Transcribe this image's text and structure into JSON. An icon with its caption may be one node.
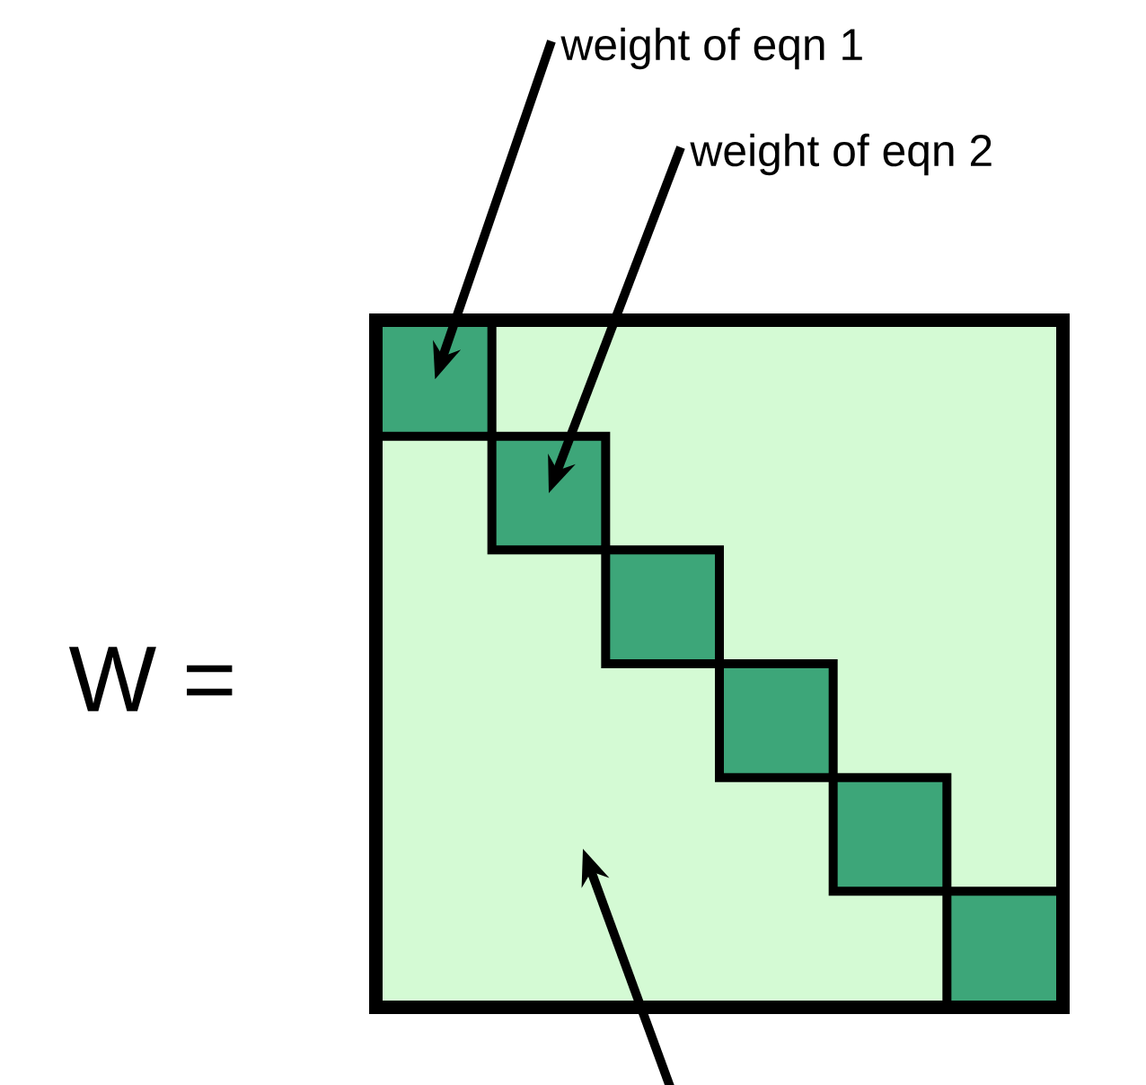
{
  "diagram": {
    "nodes": [
      {
        "text": [
          "weight of eqn 1"
        ]
      },
      {
        "text": [
          "weight of eqn 2"
        ]
      },
      {
        "text": [],
        "shape": "box"
      },
      {
        "text": [],
        "shape": "box",
        "in": 2
      },
      {
        "text": [],
        "shape": "box",
        "in": 2
      },
      {
        "text": [],
        "shape": "box",
        "in": 2
      },
      {
        "text": [],
        "shape": "box",
        "in": 2
      },
      {
        "text": [],
        "shape": "box",
        "in": 2
      },
      {
        "text": [],
        "shape": "box",
        "in": 2
      }
    ],
    "edges": [
      {
        "from": 0,
        "to": 3,
        "arrow": "to"
      },
      {
        "from": 1,
        "to": 4,
        "arrow": "to"
      }
    ],
    "labels": [
      "W ="
    ]
  }
}
